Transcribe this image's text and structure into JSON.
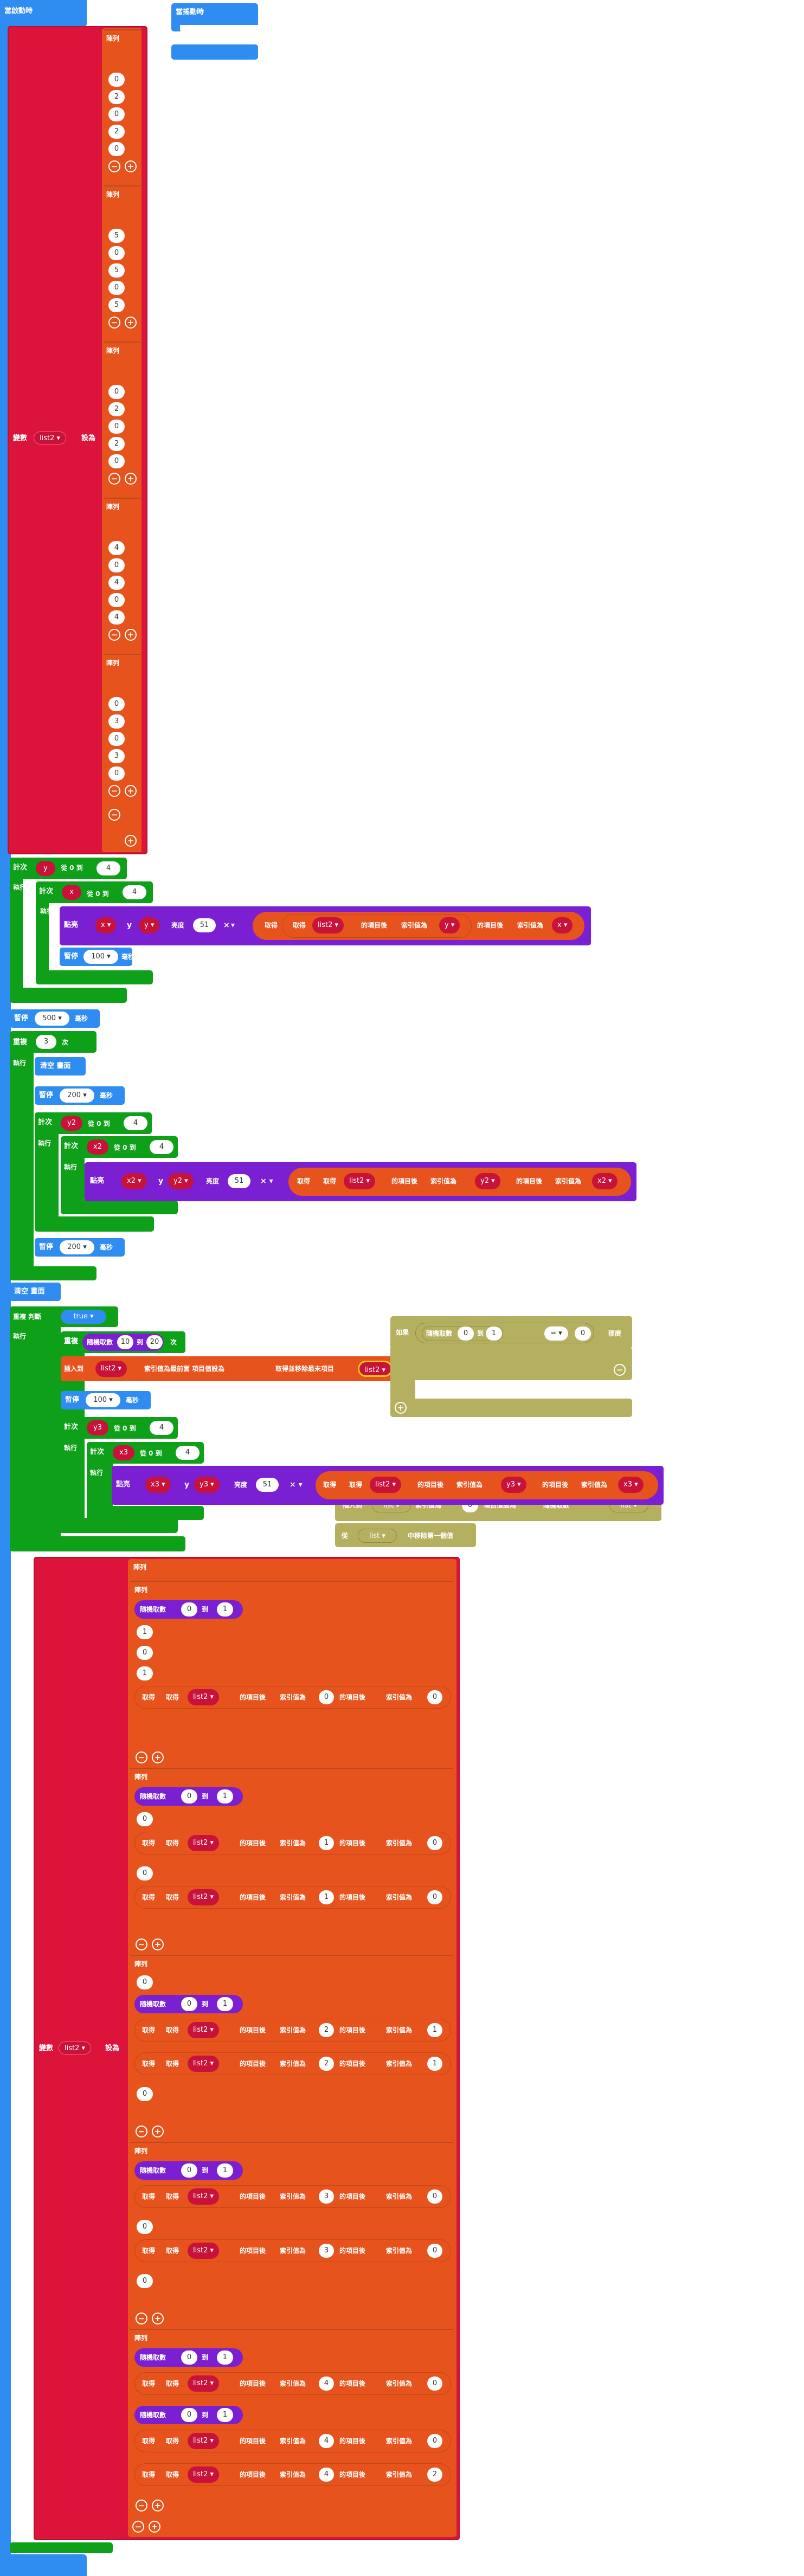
{
  "colors": {
    "events": "#2f8cf0",
    "variables": "#dc143c",
    "lists": "#e6531d",
    "loops": "#0fa01a",
    "math": "#7a1fd2",
    "logic": "#b5b060"
  },
  "start_block": {
    "label": "當啟動時"
  },
  "shake_block": {
    "label": "當搖動時"
  },
  "set_list": {
    "set_word": "變數",
    "to_word": "設為",
    "var_name": "list2",
    "dropdown_icon": "▾"
  },
  "list_word": "陣列",
  "grid_rows": [
    [
      "0",
      "2",
      "0",
      "2",
      "0"
    ],
    [
      "5",
      "0",
      "5",
      "0",
      "5"
    ],
    [
      "0",
      "2",
      "0",
      "2",
      "0"
    ],
    [
      "4",
      "0",
      "4",
      "0",
      "4"
    ],
    [
      "0",
      "3",
      "0",
      "3",
      "0"
    ]
  ],
  "loop_y": {
    "for_word": "計次",
    "var": "y",
    "from_word": "從 0 到",
    "to": "4",
    "do_word": "執行"
  },
  "loop_x": {
    "for_word": "計次",
    "var": "x",
    "from_word": "從 0 到",
    "to": "4",
    "do_word": "執行"
  },
  "plot": {
    "word": "點亮",
    "x_word": "x",
    "y_word": "y",
    "brightness_word": "亮度",
    "brightness": "51",
    "times": "×",
    "get_word": "取得",
    "item_word": "的項目後",
    "index_word": "索引值為",
    "list_var": "list2"
  },
  "pause_100": {
    "word": "暫停",
    "value": "100",
    "unit": "毫秒"
  },
  "pause_500": {
    "word": "暫停",
    "value": "500",
    "unit": "毫秒"
  },
  "repeat": {
    "word": "重複",
    "times": "3",
    "unit": "次",
    "do_word": "執行"
  },
  "clear": {
    "word": "清空 畫面"
  },
  "pause_200": {
    "word": "暫停",
    "value": "200",
    "unit": "毫秒"
  },
  "loop_y2": {
    "var": "y2",
    "to": "4"
  },
  "loop_x2": {
    "var": "x2",
    "to": "4"
  },
  "clear2": {
    "word": "清空 畫面"
  },
  "while_loop": {
    "word": "重複 判斷",
    "cond": "true",
    "do_word": "執行"
  },
  "random_block": {
    "word": "隨機取數",
    "from": "10",
    "to_word": "到",
    "to": "20",
    "unit": "次"
  },
  "insert_block": {
    "word": "插入到",
    "var": "list2",
    "middle": "索引值為最前面 項目值設為",
    "remove_word": "取得並移除最末項目",
    "var2": "list2"
  },
  "pause_100b": {
    "word": "暫停",
    "value": "100",
    "unit": "毫秒"
  },
  "loop_y3": {
    "var": "y3",
    "to": "4"
  },
  "loop_x3": {
    "var": "x3",
    "to": "4"
  },
  "if_block": {
    "if_word": "如果",
    "random_word": "隨機取數",
    "from": "0",
    "to_word": "到",
    "to": "1",
    "eq": "= ▾",
    "cmp": "0",
    "then_word": "那麼"
  },
  "ghost_insert": {
    "word": "插入到",
    "var": "list",
    "text": "索引值為",
    "idx": "0",
    "text2": "項目值設為",
    "random_word": "隨機取數",
    "var2": "list"
  },
  "ghost_remove": {
    "word": "從",
    "var": "list",
    "text": "中移除第一個值"
  },
  "set_list2": {
    "set_word": "變數",
    "to_word": "設為",
    "var_name": "list2"
  },
  "outer_list_word": "陣列",
  "random_small": {
    "word": "隨機取數",
    "from": "0",
    "to_word": "到",
    "to": "1"
  },
  "get_item": {
    "get_word": "取得",
    "get2": "取得",
    "var": "list2",
    "item_word": "的項目後",
    "index_word": "索引值為"
  },
  "rows": [
    {
      "items": [
        {
          "type": "random"
        },
        {
          "type": "num",
          "v": "1"
        },
        {
          "type": "num",
          "v": "0"
        },
        {
          "type": "num",
          "v": "1"
        },
        {
          "type": "get",
          "a": "0",
          "b": "0"
        }
      ]
    },
    {
      "items": [
        {
          "type": "random"
        },
        {
          "type": "num",
          "v": "0"
        },
        {
          "type": "get",
          "a": "1",
          "b": "0"
        },
        {
          "type": "num",
          "v": "0"
        },
        {
          "type": "get",
          "a": "1",
          "b": "0"
        }
      ]
    },
    {
      "items": [
        {
          "type": "num",
          "v": "0"
        },
        {
          "type": "random"
        },
        {
          "type": "get",
          "a": "2",
          "b": "1"
        },
        {
          "type": "get",
          "a": "2",
          "b": "1"
        },
        {
          "type": "num",
          "v": "0"
        }
      ]
    },
    {
      "items": [
        {
          "type": "random"
        },
        {
          "type": "get",
          "a": "3",
          "b": "0"
        },
        {
          "type": "num",
          "v": "0"
        },
        {
          "type": "get",
          "a": "3",
          "b": "0"
        },
        {
          "type": "num",
          "v": "0"
        }
      ]
    },
    {
      "items": [
        {
          "type": "random"
        },
        {
          "type": "get",
          "a": "4",
          "b": "0"
        },
        {
          "type": "random"
        },
        {
          "type": "get",
          "a": "4",
          "b": "0"
        },
        {
          "type": "get",
          "a": "4",
          "b": "2"
        }
      ]
    }
  ],
  "minus_icon": "−",
  "plus_icon": "+"
}
